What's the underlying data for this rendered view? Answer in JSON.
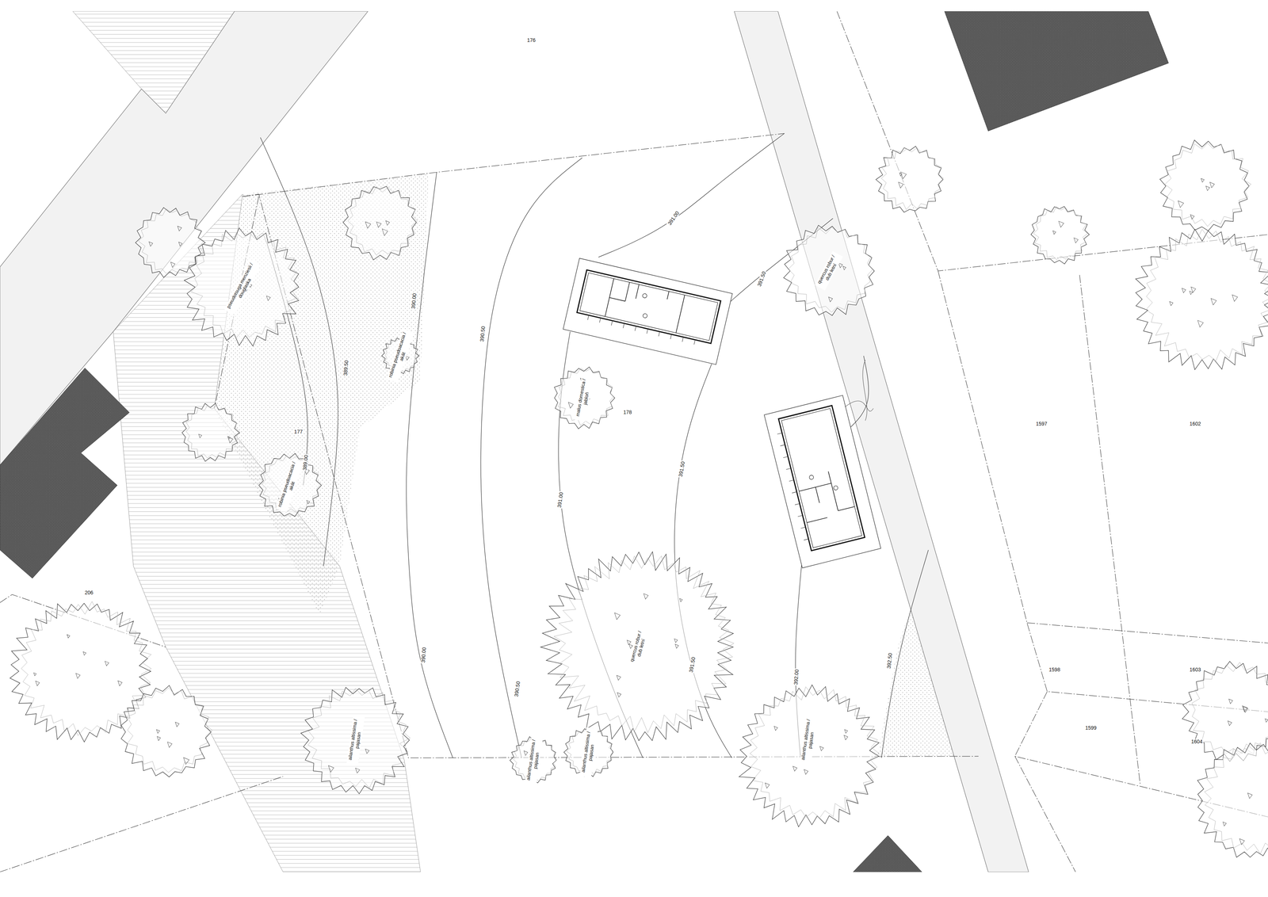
{
  "diagram": {
    "nodes": [
      {
        "text": [
          "pseudotsuga menziesii / douglaska"
        ]
      },
      {
        "text": [
          "robinia pseudoacacia / akát"
        ]
      },
      {
        "text": [
          "quercus robur / dub letní"
        ]
      },
      {
        "text": [
          "malus domestica / jabloň"
        ]
      },
      {
        "text": [
          "robinia pseudoacacia / akát"
        ]
      },
      {
        "text": [
          "quercus robur / dub letní"
        ]
      },
      {
        "text": [
          "ailanthus altissima / pajasan"
        ]
      },
      {
        "text": [
          "ailanthus altissima / pajasan"
        ]
      },
      {
        "text": [
          "ailanthus altissima / pajasan"
        ]
      },
      {
        "text": [
          "ailanthus altissima / pajasan"
        ]
      }
    ],
    "labels": [
      "176",
      "177",
      "178",
      "206",
      "1597",
      "1602",
      "1598",
      "1603",
      "1599",
      "1604",
      "391.00",
      "391.50",
      "390.00",
      "390.50",
      "389.50",
      "389.00",
      "391.00",
      "391.50",
      "390.00",
      "390.50",
      "391.50",
      "392.00",
      "392.50"
    ]
  }
}
